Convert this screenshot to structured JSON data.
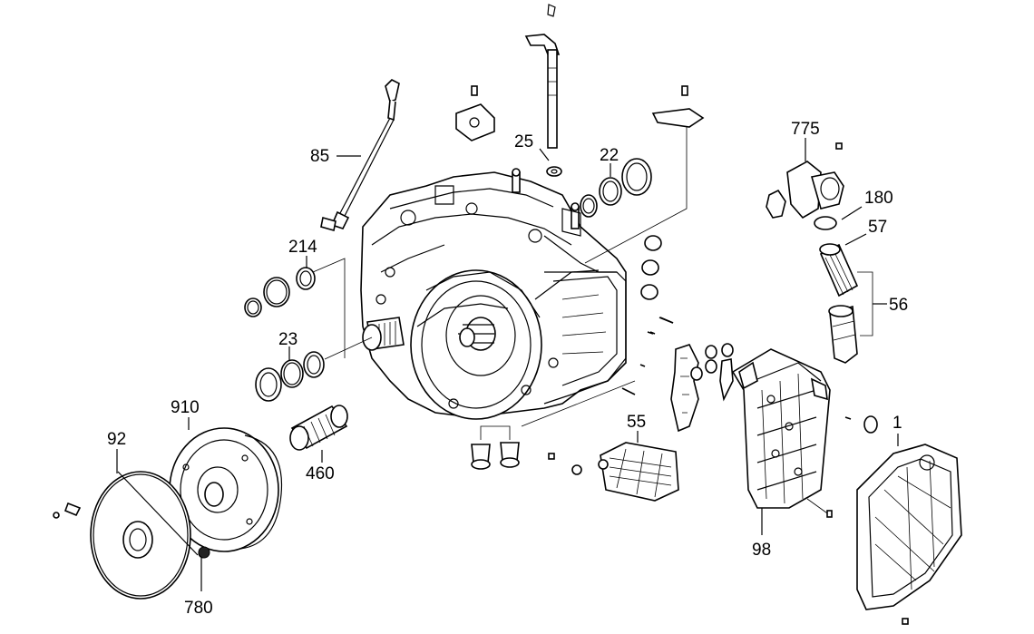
{
  "diagram": {
    "labels": [
      {
        "id": "85",
        "text": "85"
      },
      {
        "id": "214",
        "text": "214"
      },
      {
        "id": "23",
        "text": "23"
      },
      {
        "id": "910",
        "text": "910"
      },
      {
        "id": "92",
        "text": "92"
      },
      {
        "id": "460",
        "text": "460"
      },
      {
        "id": "780",
        "text": "780"
      },
      {
        "id": "25",
        "text": "25"
      },
      {
        "id": "22",
        "text": "22"
      },
      {
        "id": "55",
        "text": "55"
      },
      {
        "id": "775",
        "text": "775"
      },
      {
        "id": "180",
        "text": "180"
      },
      {
        "id": "57",
        "text": "57"
      },
      {
        "id": "56",
        "text": "56"
      },
      {
        "id": "1",
        "text": "1"
      },
      {
        "id": "98",
        "text": "98"
      }
    ]
  }
}
